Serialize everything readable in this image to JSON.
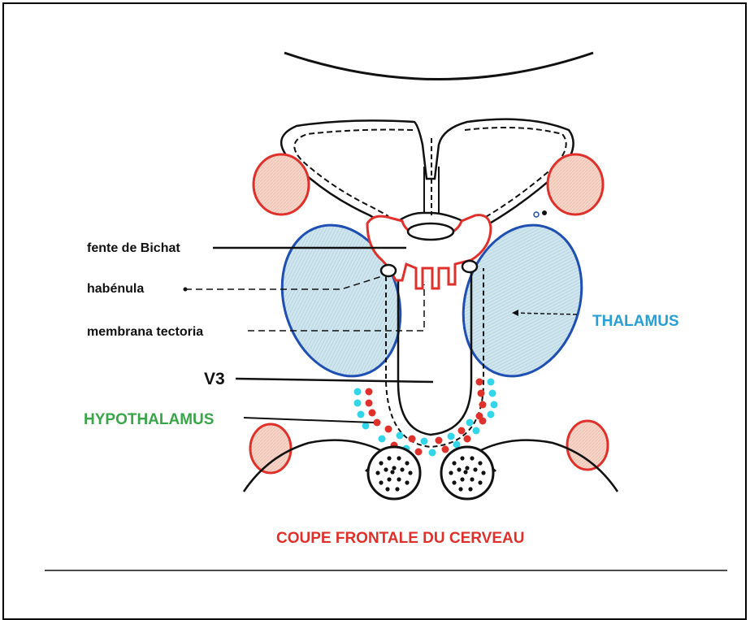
{
  "labels": {
    "fente": "fente de Bichat",
    "habenula": "habénula",
    "membrana": "membrana tectoria",
    "v3": "V3",
    "hypothalamus": "HYPOTHALAMUS",
    "thalamus": "THALAMUS",
    "caption": "COUPE FRONTALE DU CERVEAU"
  },
  "colors": {
    "thalamus_fill": "#cfe6ef",
    "thalamus_stroke": "#1f4fb3",
    "red": "#e0302c",
    "cyan": "#33d6e8",
    "pink_fill": "#f6d2c6"
  }
}
